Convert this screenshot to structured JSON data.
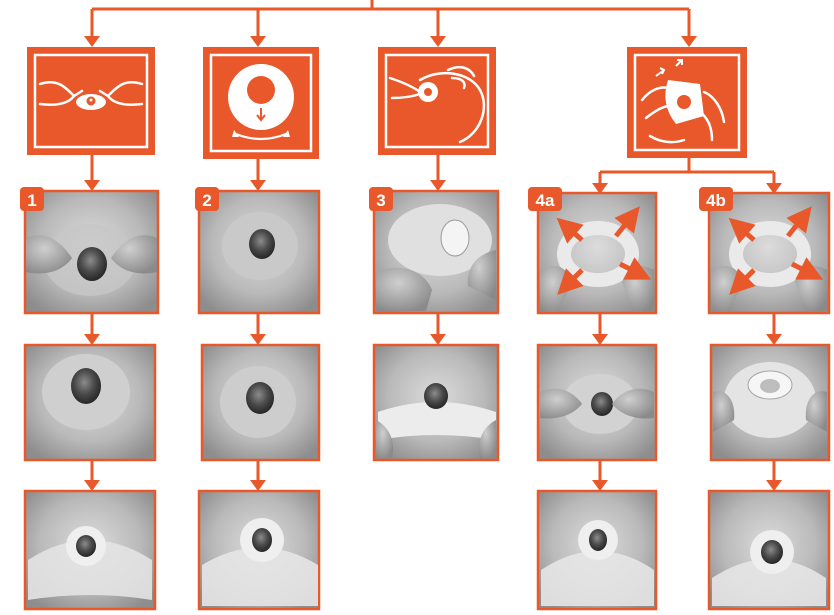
{
  "accent_color": "#e8582a",
  "photo_frame_color": "#e8582a",
  "columns": [
    {
      "step_label": "1",
      "icon": "hands-pressing-barrier-icon",
      "photos": [
        "peristomal-skin-with-stoma-and-hands",
        "barrier-ring-around-stoma",
        "pouch-applied-over-ring"
      ]
    },
    {
      "step_label": "2",
      "icon": "ring-with-arrows-icon",
      "photos": [
        "ring-placed-on-skin",
        "ring-molded-around-stoma",
        "pouch-applied-over-ring"
      ]
    },
    {
      "step_label": "3",
      "icon": "ring-on-pouch-flange-icon",
      "photos": [
        "ring-placed-on-pouch-flange",
        "pouch-applied-over-stoma"
      ]
    },
    {
      "step_label": "4a",
      "icon": "hands-stretching-ring-icon",
      "photos": [
        "stretching-ring-with-arrows",
        "hands-pressing-ring-around-stoma",
        "pouch-applied-over-ring"
      ]
    },
    {
      "step_label": "4b",
      "icon": "",
      "photos": [
        "stretching-ring-with-arrows",
        "ring-placed-in-pouch-opening",
        "pouch-applied-over-stoma"
      ]
    }
  ]
}
